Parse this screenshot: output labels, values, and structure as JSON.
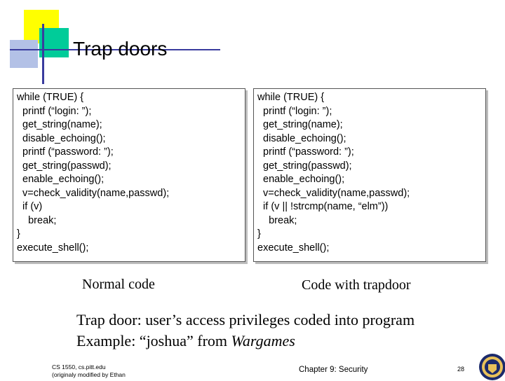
{
  "slide": {
    "title": "Trap doors",
    "left_code": [
      "while (TRUE) {",
      "  printf (“login: ”);",
      "  get_string(name);",
      "  disable_echoing();",
      "  printf (“password: ”);",
      "  get_string(passwd);",
      "  enable_echoing();",
      "  v=check_validity(name,passwd);",
      "  if (v)",
      "    break;",
      "}",
      "execute_shell();"
    ],
    "right_code": [
      "while (TRUE) {",
      "  printf (“login: ”);",
      "  get_string(name);",
      "  disable_echoing();",
      "  printf (“password: ”);",
      "  get_string(passwd);",
      "  enable_echoing();",
      "  v=check_validity(name,passwd);",
      "  if (v || !strcmp(name, “elm”))",
      "    break;",
      "}",
      "execute_shell();"
    ],
    "left_caption": "Normal code",
    "right_caption": "Code with trapdoor",
    "line1": "Trap door: user’s access privileges coded into program",
    "line2_prefix": "Example: “joshua” from ",
    "line2_italic": "Wargames",
    "footer_line1": "CS 1550, cs.pitt.edu",
    "footer_line2": "(originaly modified by Ethan",
    "footer_center": "Chapter 9: Security",
    "page_number": "28",
    "logo_icon": "university-seal-icon",
    "accent_colors": {
      "yellow": "#ffff00",
      "green": "#00cc99",
      "blue": "#b3c1e6",
      "line": "#3a3c9e"
    }
  }
}
